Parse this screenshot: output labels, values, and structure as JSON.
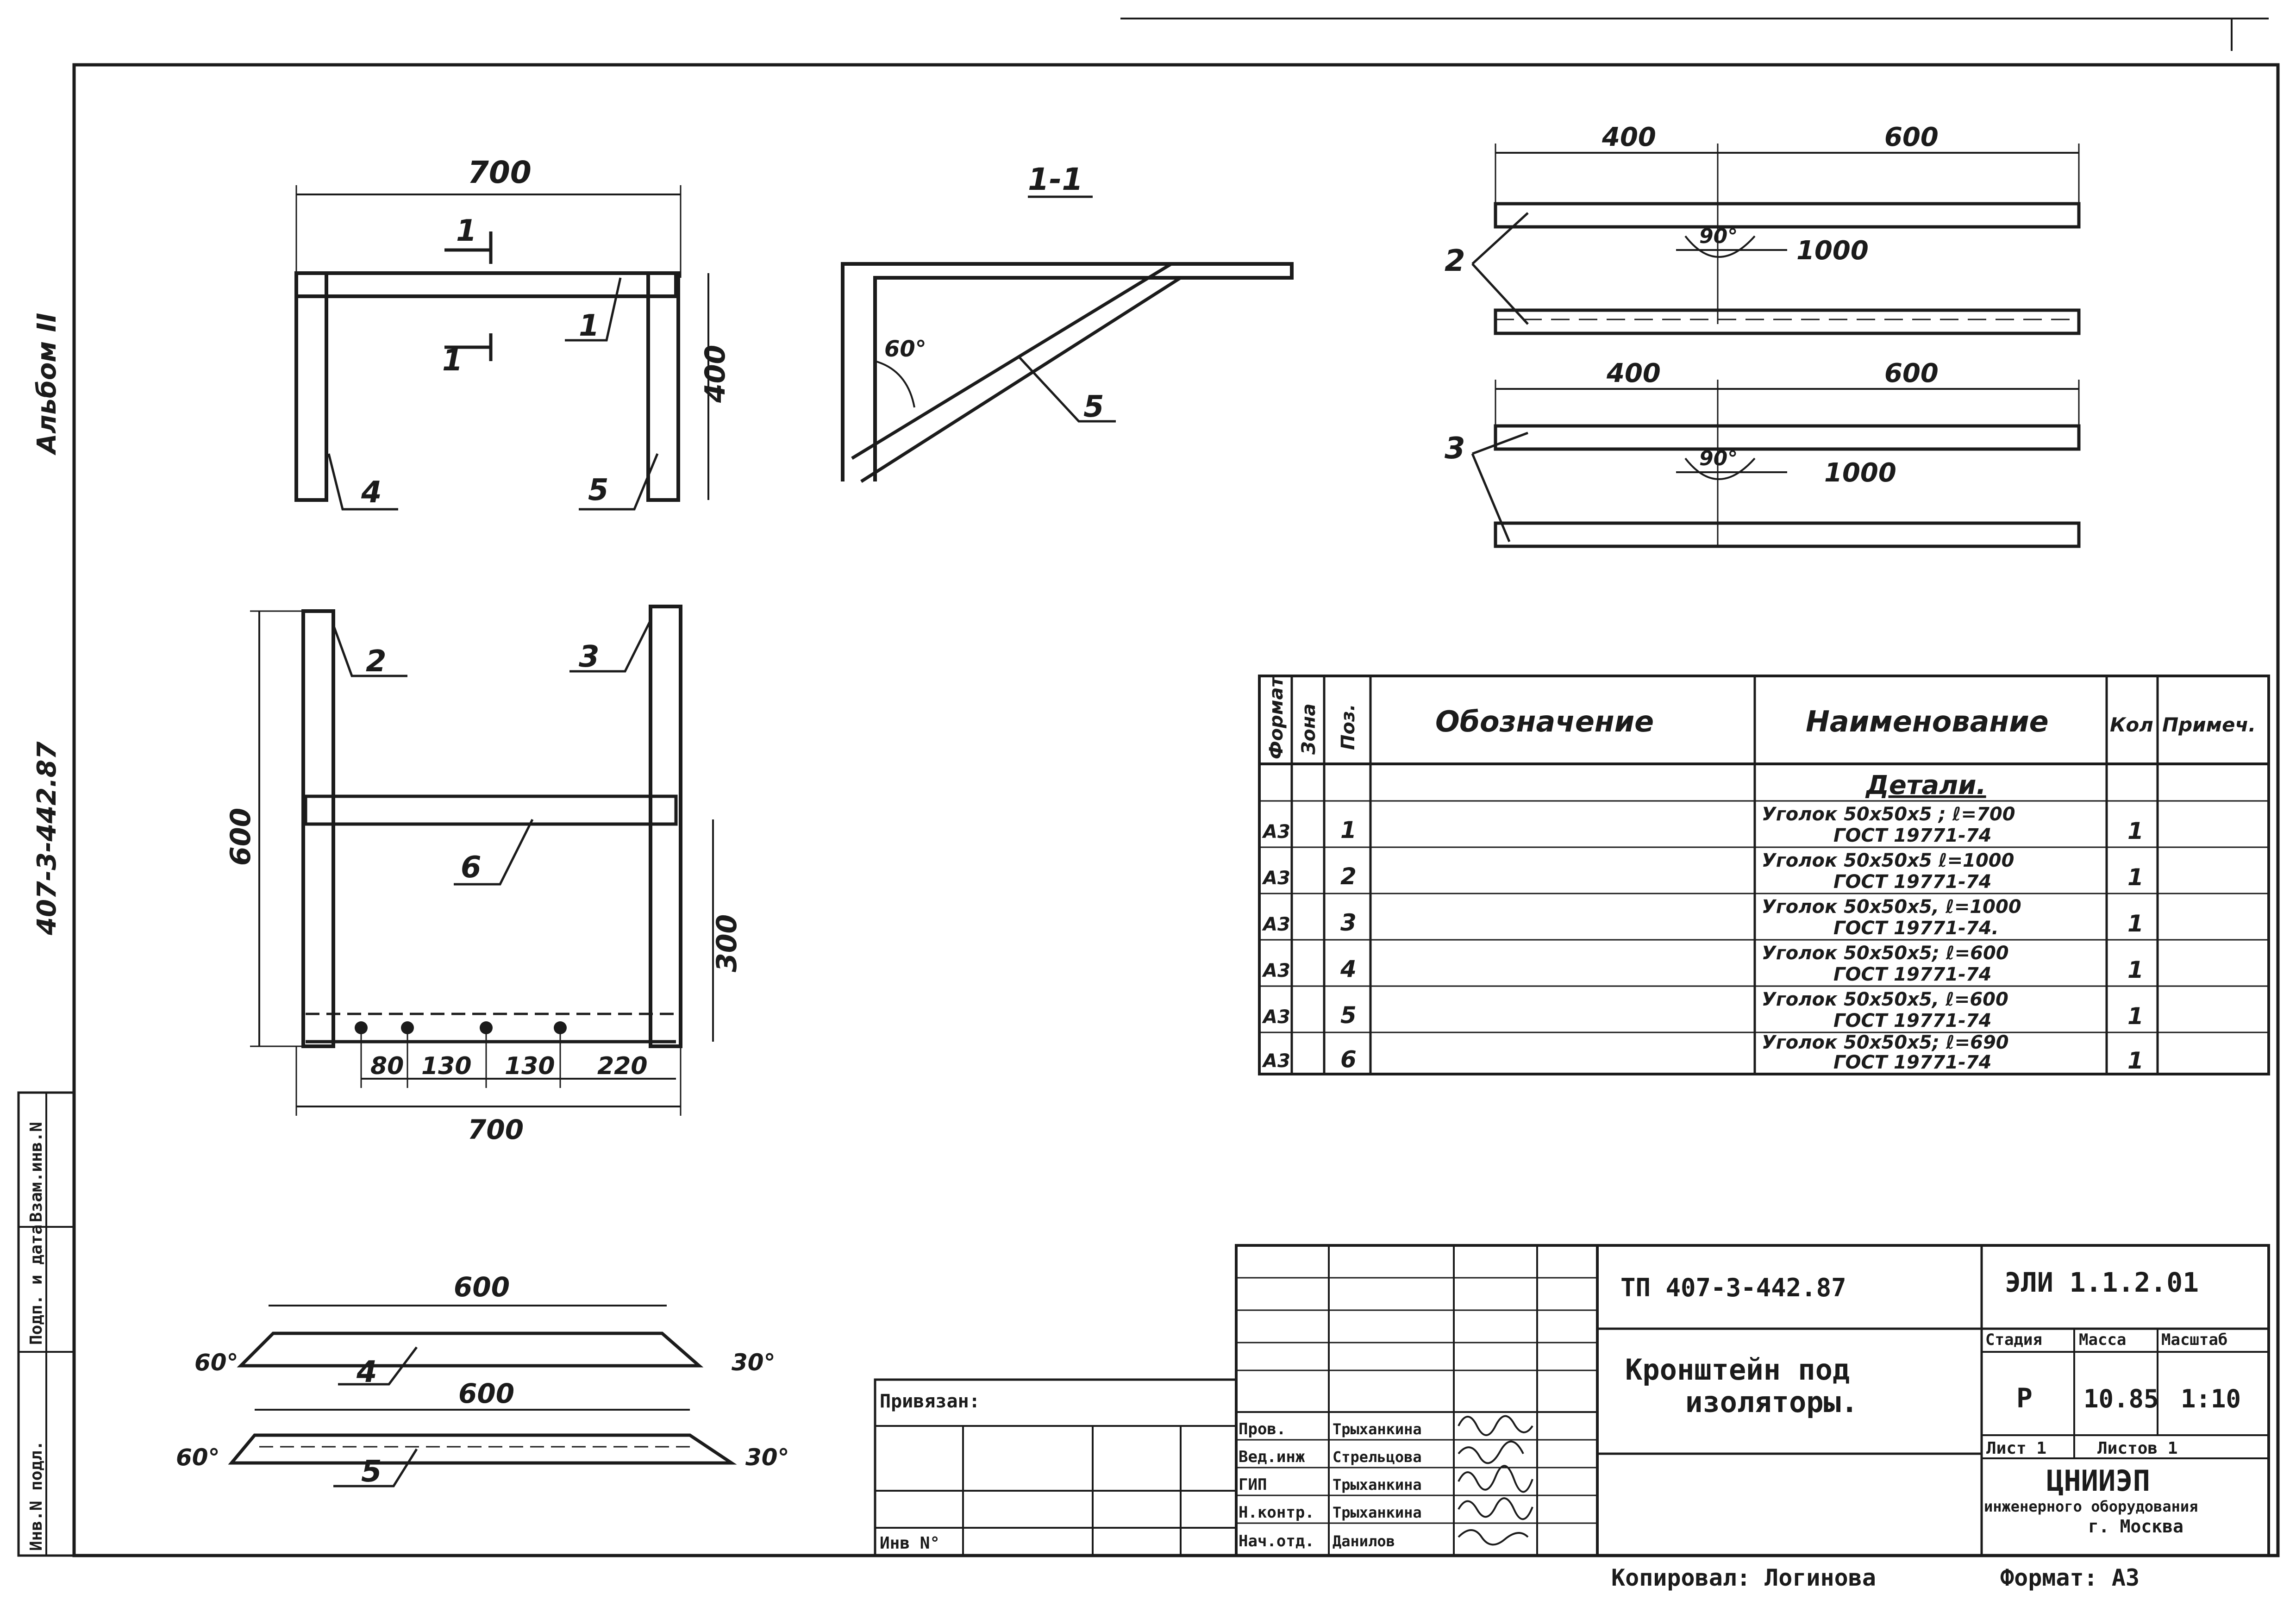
{
  "side_labels": {
    "album": "Альбом II",
    "doc_code": "407-3-442.87",
    "stamp": [
      "Инв.N подл.",
      "Подп. и дата",
      "Взам.инв.N"
    ]
  },
  "front_view": {
    "dim_width": "700",
    "dim_height": "400",
    "section_mark": "1",
    "positions": [
      "1",
      "4",
      "5"
    ]
  },
  "section_view": {
    "title": "1-1",
    "angle": "60°",
    "position": "5"
  },
  "top_views": {
    "view2": {
      "dim_a": "400",
      "dim_b": "600",
      "dim_total": "1000",
      "angle": "90°",
      "position": "2"
    },
    "view3": {
      "dim_a": "400",
      "dim_b": "600",
      "dim_total": "1000",
      "angle": "90°",
      "position": "3"
    }
  },
  "plan_view": {
    "dim_height": "600",
    "dim_right": "300",
    "dim_bottom": "700",
    "spacings": [
      "80",
      "130",
      "130",
      "220"
    ],
    "positions": [
      "2",
      "3",
      "6"
    ]
  },
  "detail_views": {
    "detail4": {
      "length": "600",
      "angle_left": "60°",
      "angle_right": "30°",
      "position": "4"
    },
    "detail5": {
      "length": "600",
      "angle_left": "60°",
      "angle_right": "30°",
      "position": "5"
    }
  },
  "spec_table": {
    "headers": [
      "Формат",
      "Зона",
      "Поз.",
      "Обозначение",
      "Наименование",
      "Кол",
      "Примеч."
    ],
    "section_title": "Детали.",
    "rows": [
      {
        "format": "А3",
        "pos": "1",
        "name": "Уголок 50х50х5 ; ℓ=700",
        "standard": "ГОСТ 19771-74",
        "qty": "1"
      },
      {
        "format": "А3",
        "pos": "2",
        "name": "Уголок 50х50х5 ℓ=1000",
        "standard": "ГОСТ 19771-74",
        "qty": "1"
      },
      {
        "format": "А3",
        "pos": "3",
        "name": "Уголок 50х50х5, ℓ=1000",
        "standard": "ГОСТ 19771-74.",
        "qty": "1"
      },
      {
        "format": "А3",
        "pos": "4",
        "name": "Уголок 50х50х5; ℓ=600",
        "standard": "ГОСТ 19771-74",
        "qty": "1"
      },
      {
        "format": "А3",
        "pos": "5",
        "name": "Уголок 50х50х5, ℓ=600",
        "standard": "ГОСТ 19771-74",
        "qty": "1"
      },
      {
        "format": "А3",
        "pos": "6",
        "name": "Уголок 50х50х5; ℓ=690",
        "standard": "ГОСТ 19771-74",
        "qty": "1"
      }
    ]
  },
  "title_block": {
    "privyazan": "Привязан:",
    "inv_no": "Инв N°",
    "project_code": "ТП 407-3-442.87",
    "sheet_code": "ЭЛИ 1.1.2.01",
    "title": [
      "Кронштейн под",
      "изоляторы."
    ],
    "col_headers": [
      "Стадия",
      "Масса",
      "Масштаб"
    ],
    "stage": "Р",
    "mass": "10.85",
    "scale": "1:10",
    "sheet": "Лист 1",
    "sheets": "Листов 1",
    "org_lines": [
      "ЦНИИЭП",
      "инженерного оборудования",
      "г. Москва"
    ],
    "signatures": [
      {
        "role": "Пров.",
        "name": "Трыханкина"
      },
      {
        "role": "Вед.инж",
        "name": "Стрельцова"
      },
      {
        "role": "ГИП",
        "name": "Трыханкина"
      },
      {
        "role": "Н.контр.",
        "name": "Трыханкина"
      },
      {
        "role": "Нач.отд.",
        "name": "Данилов"
      }
    ],
    "copied": "Копировал: Логинова",
    "format": "Формат: А3"
  }
}
